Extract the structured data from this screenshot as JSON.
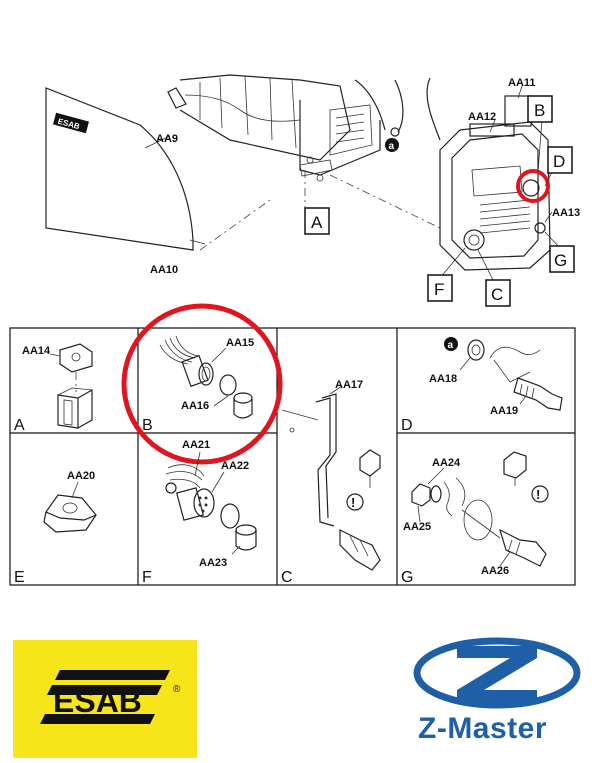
{
  "diagram": {
    "overview": {
      "callouts": [
        "AA9",
        "AA10",
        "AA11",
        "AA12",
        "AA13",
        "a"
      ],
      "view_boxes": [
        "A",
        "B",
        "C",
        "D",
        "F",
        "G"
      ]
    },
    "cells": {
      "A": {
        "letter": "A",
        "parts": [
          "AA14"
        ]
      },
      "B": {
        "letter": "B",
        "parts": [
          "AA15",
          "AA16"
        ]
      },
      "C": {
        "letter": "C",
        "parts": [
          "AA17"
        ]
      },
      "D": {
        "letter": "D",
        "parts": [
          "AA18",
          "AA19"
        ],
        "marker": "a"
      },
      "E": {
        "letter": "E",
        "parts": [
          "AA20"
        ]
      },
      "F": {
        "letter": "F",
        "parts": [
          "AA21",
          "AA22",
          "AA23"
        ]
      },
      "G": {
        "letter": "G",
        "parts": [
          "AA24",
          "AA25",
          "AA26"
        ]
      }
    },
    "warning_glyph": "!",
    "highlight_color": "#e0151f",
    "line_color": "#222222"
  },
  "brands": {
    "esab": {
      "text": "ESAB",
      "mark": "®",
      "bg": "#f7e51b",
      "fg": "#111111"
    },
    "zmaster": {
      "text": "Z-Master",
      "letter": "Z",
      "color": "#1f5fa8"
    }
  }
}
